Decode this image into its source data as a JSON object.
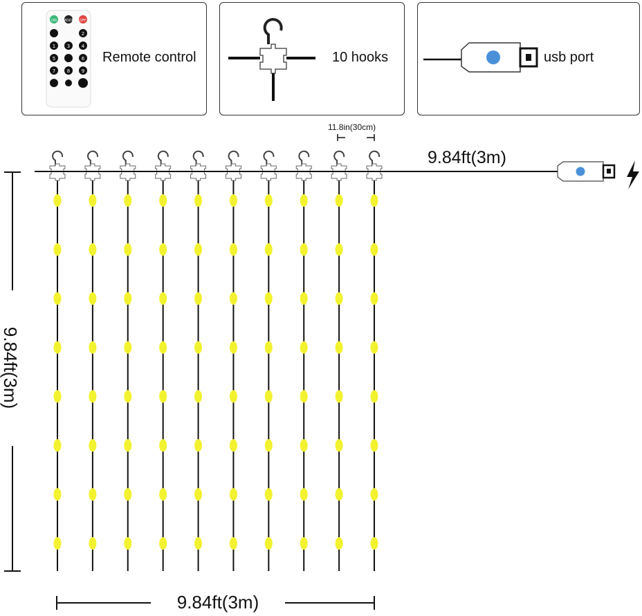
{
  "feature_boxes": [
    {
      "label": "Remote control"
    },
    {
      "label": "10 hooks"
    },
    {
      "label": "usb port"
    }
  ],
  "remote": {
    "top_buttons": [
      "ON",
      "MODE",
      "OFF"
    ],
    "keys": [
      "1",
      "2",
      "3",
      "4",
      "5",
      "6",
      "7",
      "8",
      "9"
    ]
  },
  "dimensions": {
    "spacing_label": "11.8in(30cm)",
    "top_cable_label": "9.84ft(3m)",
    "height_label": "9.84ft(3m)",
    "width_label": "9.84ft(3m)"
  },
  "curtain": {
    "strand_count": 10,
    "bulbs_per_strand": 8,
    "bulb_color": "#f2f230",
    "usb_dot_color": "#4a90d9"
  }
}
